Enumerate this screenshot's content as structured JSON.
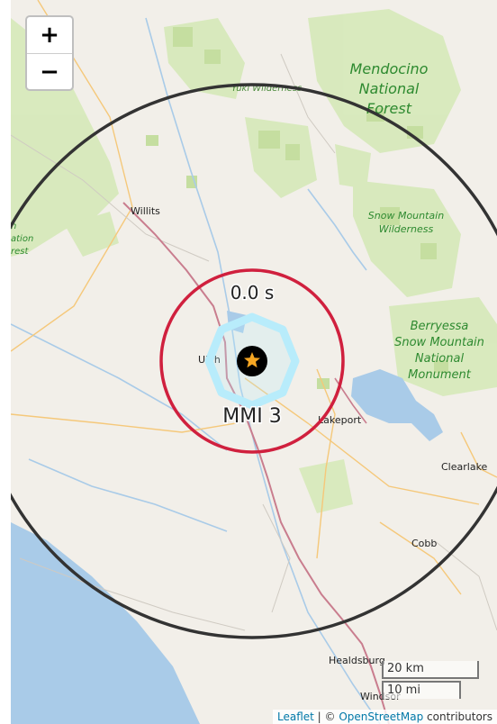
{
  "controls": {
    "zoom_in": "+",
    "zoom_out": "−"
  },
  "places": {
    "willits": "Willits",
    "ukiah": "Uk h",
    "lakeport": "Lakeport",
    "clearlake": "Clearlake",
    "cobb": "Cobb",
    "healdsburg": "Healdsburg",
    "windsor": "Windsor",
    "yuki": "Yuki Wilderness",
    "mendocino": [
      "Mendocino",
      "National",
      "Forest"
    ],
    "snow_mountain_wilderness": [
      "Snow Mountain",
      "Wilderness"
    ],
    "berryessa": [
      "Berryessa",
      "Snow Mountain",
      "National",
      "Monument"
    ],
    "left_edge": [
      "n",
      "ation",
      "rest"
    ]
  },
  "quake": {
    "time_label": "0.0 s",
    "intensity_label": "MMI 3"
  },
  "scale": {
    "km": "20 km",
    "mi": "10 mi"
  },
  "attribution": {
    "leaflet": "Leaflet",
    "separator": " | © ",
    "osm": "OpenStreetMap",
    "suffix": " contributors"
  },
  "colors": {
    "land": "#f2efe9",
    "forest": "#d6e9b9",
    "water": "#a9cbe8",
    "highway": "#c97d8e",
    "outer_ring": "#333333",
    "inner_ring": "#d0203e",
    "wave_ring": "#b8ecfb",
    "epicenter": "#f5a623"
  }
}
